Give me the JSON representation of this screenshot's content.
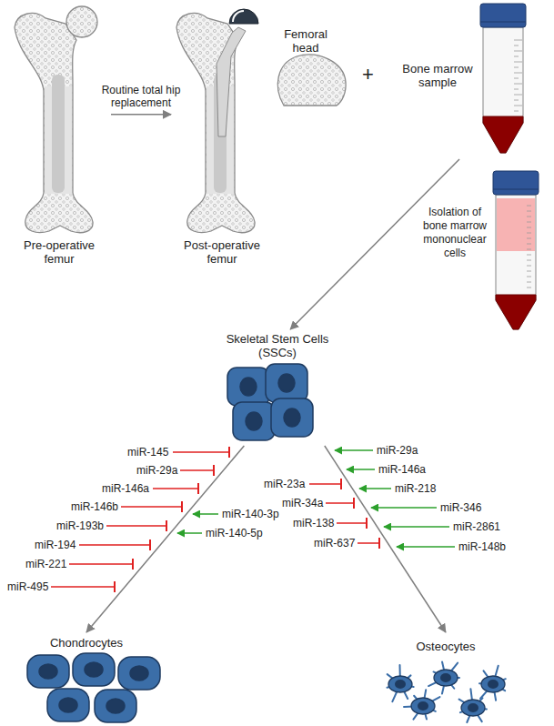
{
  "diagram": {
    "nodes": [
      {
        "text": [
          "Pre-operative femur"
        ]
      },
      {
        "text": [
          "Post-operative femur"
        ]
      },
      {
        "text": [
          "Femoral head"
        ]
      },
      {
        "text": [
          "Bone marrow sample"
        ]
      },
      {
        "text": [
          "Isolation of bone marrow mononuclear cells"
        ]
      },
      {
        "text": [
          "Skeletal Stem Cells (SSCs)"
        ]
      },
      {
        "text": [
          "Chondrocytes"
        ]
      },
      {
        "text": [
          "Osteocytes"
        ]
      }
    ],
    "edges": [
      {
        "from": 0,
        "to": 1,
        "label": "Routine total hip replacement",
        "arrow": "to"
      },
      {
        "from": 3,
        "to": 5,
        "arrow": "to"
      },
      {
        "from": 5,
        "to": 6,
        "arrow": "to"
      },
      {
        "from": 5,
        "to": 7,
        "arrow": "to"
      }
    ],
    "labels": [
      "+",
      "miR-145",
      "miR-29a",
      "miR-146a",
      "miR-146b",
      "miR-193b",
      "miR-194",
      "miR-221",
      "miR-495",
      "miR-140-3p",
      "miR-140-5p",
      "miR-29a",
      "miR-146a",
      "miR-218",
      "miR-346",
      "miR-2861",
      "miR-148b",
      "miR-23a",
      "miR-34a",
      "miR-138",
      "miR-637"
    ]
  }
}
